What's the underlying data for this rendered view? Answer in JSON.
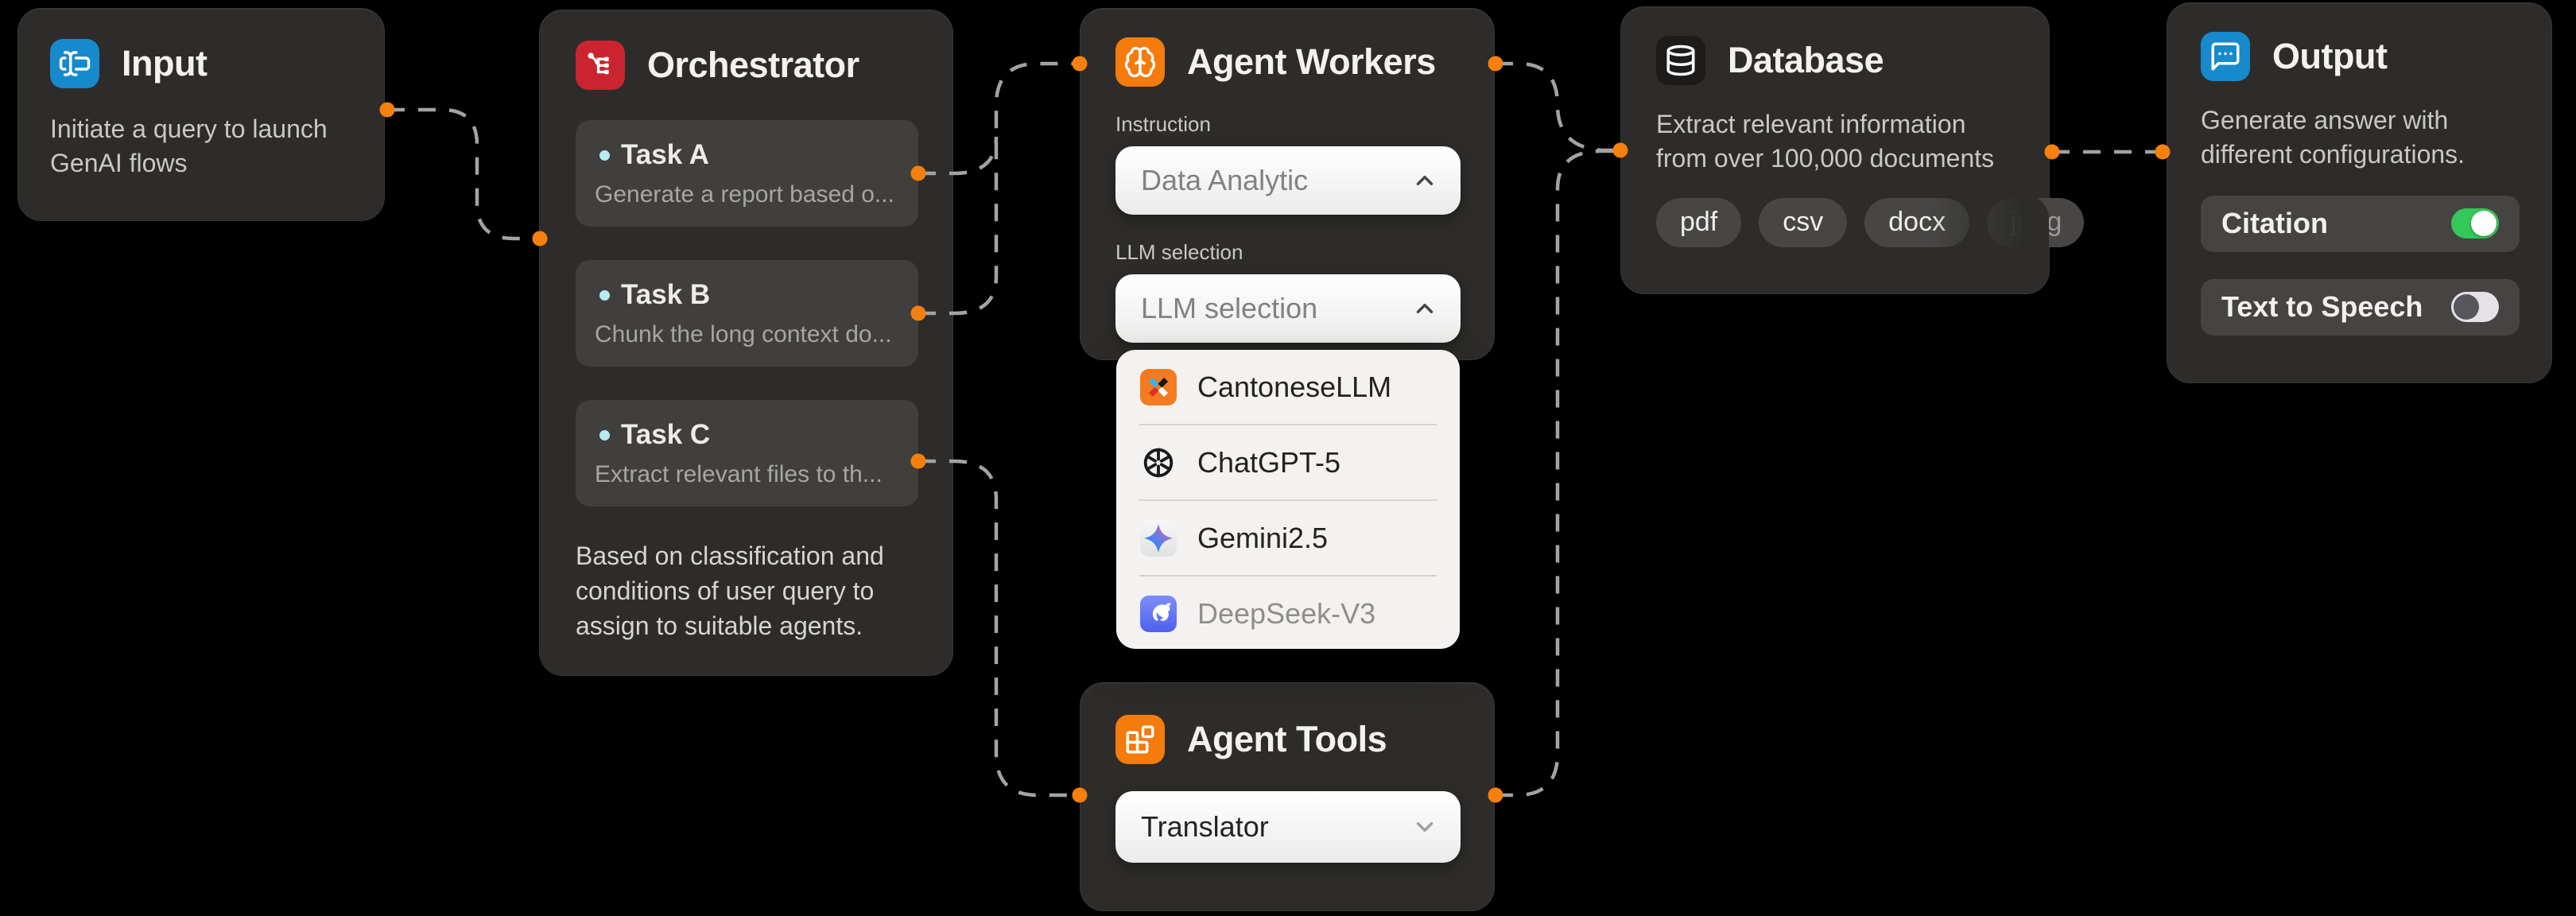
{
  "colors": {
    "canvas_bg": "#000000",
    "node_bg": "#2d2c2a",
    "card_bg": "#403f3d",
    "badge_bg": "#474645",
    "connector_orange": "#f6800d",
    "dash_gray": "#a3a3a3",
    "task_bullet": "#b5ebf3",
    "input_icon_bg": "#168acd",
    "orchestrator_icon_bg": "#cb2431",
    "agent_icon_bg": "#f57b0c",
    "database_icon_bg": "#1d1c1b",
    "output_icon_bg": "#168acd",
    "toggle_on": "#34c759",
    "toggle_off_track": "#e6e1e6"
  },
  "nodes": {
    "input": {
      "title": "Input",
      "description": "Initiate a query to launch GenAI flows"
    },
    "orchestrator": {
      "title": "Orchestrator",
      "tasks": [
        {
          "title": "Task A",
          "description": "Generate a report based o..."
        },
        {
          "title": "Task B",
          "description": "Chunk the long context do..."
        },
        {
          "title": "Task C",
          "description": "Extract relevant files to th..."
        }
      ],
      "footer": "Based on classification and conditions of user query to assign to suitable agents."
    },
    "agent_workers": {
      "title": "Agent Workers",
      "instruction_label": "Instruction",
      "instruction_value": "Data Analytic",
      "llm_label": "LLM selection",
      "llm_placeholder": "LLM selection",
      "llm_options": [
        {
          "name": "CantoneseLLM"
        },
        {
          "name": "ChatGPT-5"
        },
        {
          "name": "Gemini2.5"
        },
        {
          "name": "DeepSeek-V3"
        }
      ]
    },
    "agent_tools": {
      "title": "Agent Tools",
      "tool_value": "Translator"
    },
    "database": {
      "title": "Database",
      "description": "Extract relevant information from over 100,000 documents",
      "file_types": [
        "pdf",
        "csv",
        "docx",
        "jpeg"
      ]
    },
    "output": {
      "title": "Output",
      "description": "Generate answer with different configurations.",
      "toggles": [
        {
          "label": "Citation",
          "state": "on"
        },
        {
          "label": "Text to Speech",
          "state": "off"
        }
      ]
    }
  }
}
